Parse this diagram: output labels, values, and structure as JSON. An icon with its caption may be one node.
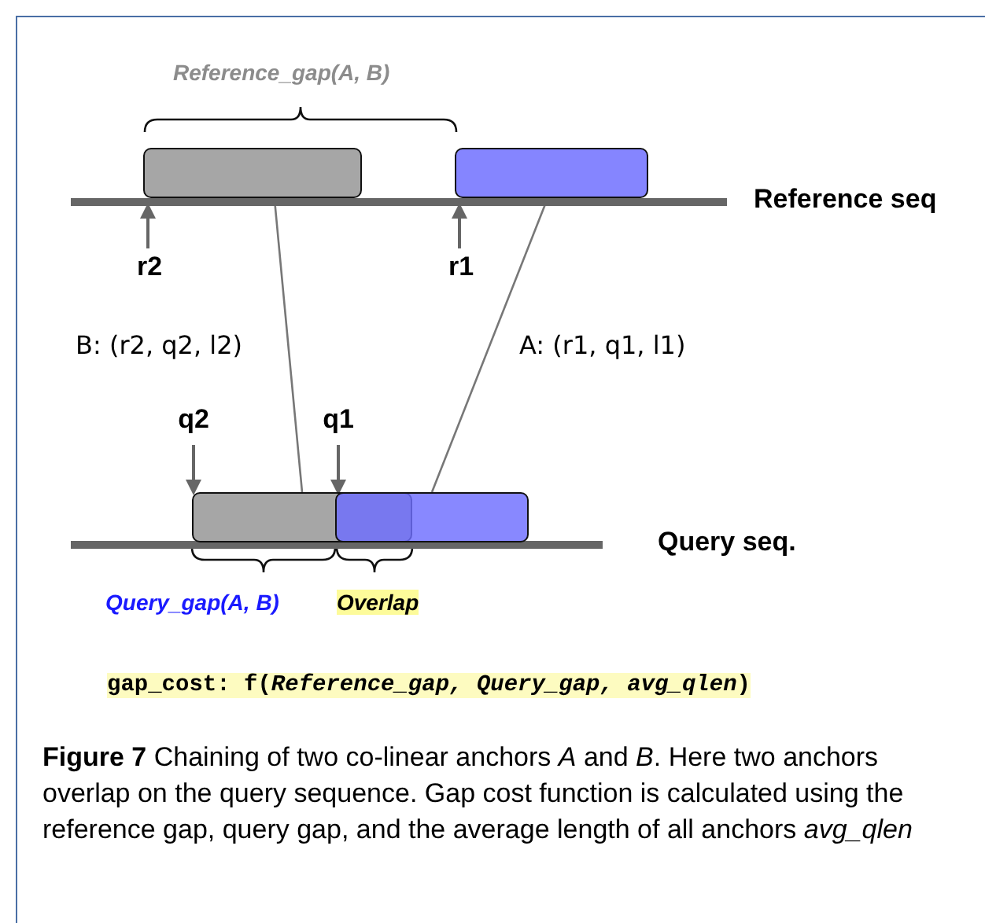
{
  "diagram": {
    "caption": "**Figure 7** Chaining of two co-linear anchors *A* and *B*. Here two anchors overlap on the query sequence. Gap cost function is calculated using the reference gap, query gap, and the average length of all anchors *avg_qlen*",
    "nodes": [
      {
        "text": [],
        "shape": "bar",
        "beside": [
          "Reference seq"
        ]
      },
      {
        "text": [],
        "shape": "box"
      },
      {
        "text": [],
        "shape": "box"
      },
      {
        "text": [
          "r2"
        ]
      },
      {
        "text": [
          "r1"
        ]
      },
      {
        "text": [
          "q2"
        ]
      },
      {
        "text": [
          "q1"
        ]
      },
      {
        "text": [],
        "shape": "bar",
        "beside": [
          "Query seq."
        ]
      },
      {
        "text": [],
        "shape": "box"
      },
      {
        "text": [],
        "shape": "box"
      }
    ],
    "edges": [
      {
        "from": 1,
        "to": 8,
        "arrow": "none",
        "label": "B: (r2, q2, l2)"
      },
      {
        "from": 2,
        "to": 9,
        "arrow": "none",
        "label": "A: (r1, q1, l1)"
      },
      {
        "from": 3,
        "to": 0,
        "arrow": "to"
      },
      {
        "from": 4,
        "to": 0,
        "arrow": "to"
      },
      {
        "from": 5,
        "to": 8,
        "arrow": "to"
      },
      {
        "from": 6,
        "to": 9,
        "arrow": "to"
      }
    ],
    "labels": [
      "Reference_gap(A, B)",
      "Query_gap(A, B)",
      "Overlap",
      "gap_cost: f(*Reference_gap, Query_gap, avg_qlen*)"
    ]
  }
}
